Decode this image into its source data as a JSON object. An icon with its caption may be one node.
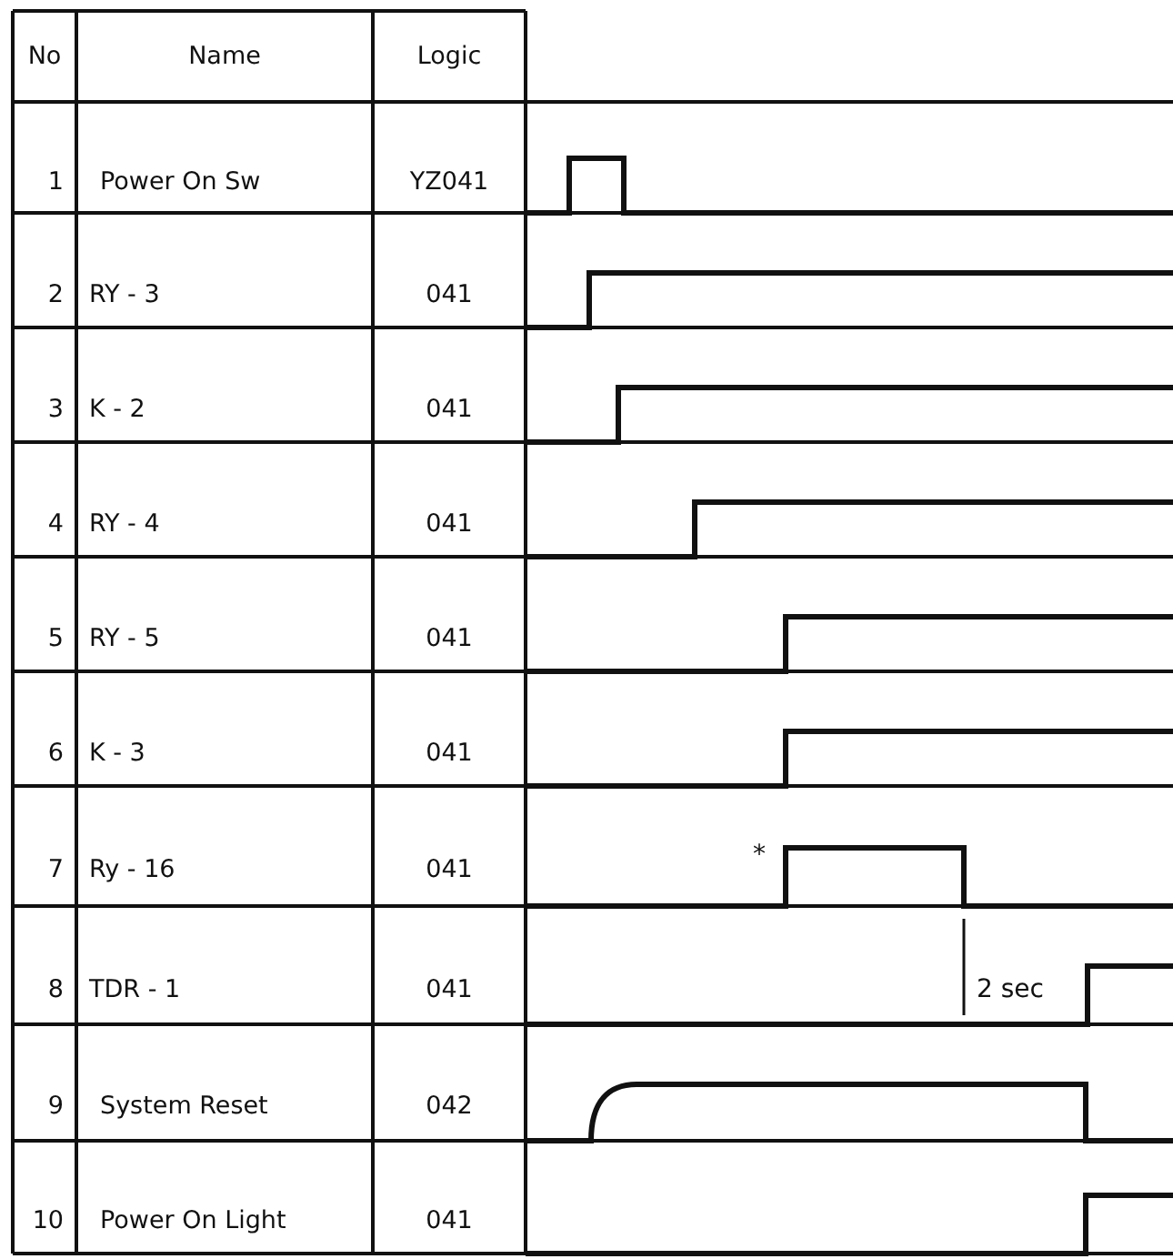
{
  "diagram": {
    "labels": [
      "No",
      "Name",
      "Logic",
      "1",
      "Power On Sw",
      "YZ041",
      "2",
      "RY - 3",
      "041",
      "3",
      "K - 2",
      "041",
      "4",
      "RY - 4",
      "041",
      "5",
      "RY - 5",
      "041",
      "6",
      "K - 3",
      "041",
      "7",
      "Ry - 16",
      "041",
      "8",
      "TDR - 1",
      "041",
      "9",
      "System Reset",
      "042",
      "10",
      "Power On Light",
      "041",
      "*",
      "2 sec"
    ]
  }
}
